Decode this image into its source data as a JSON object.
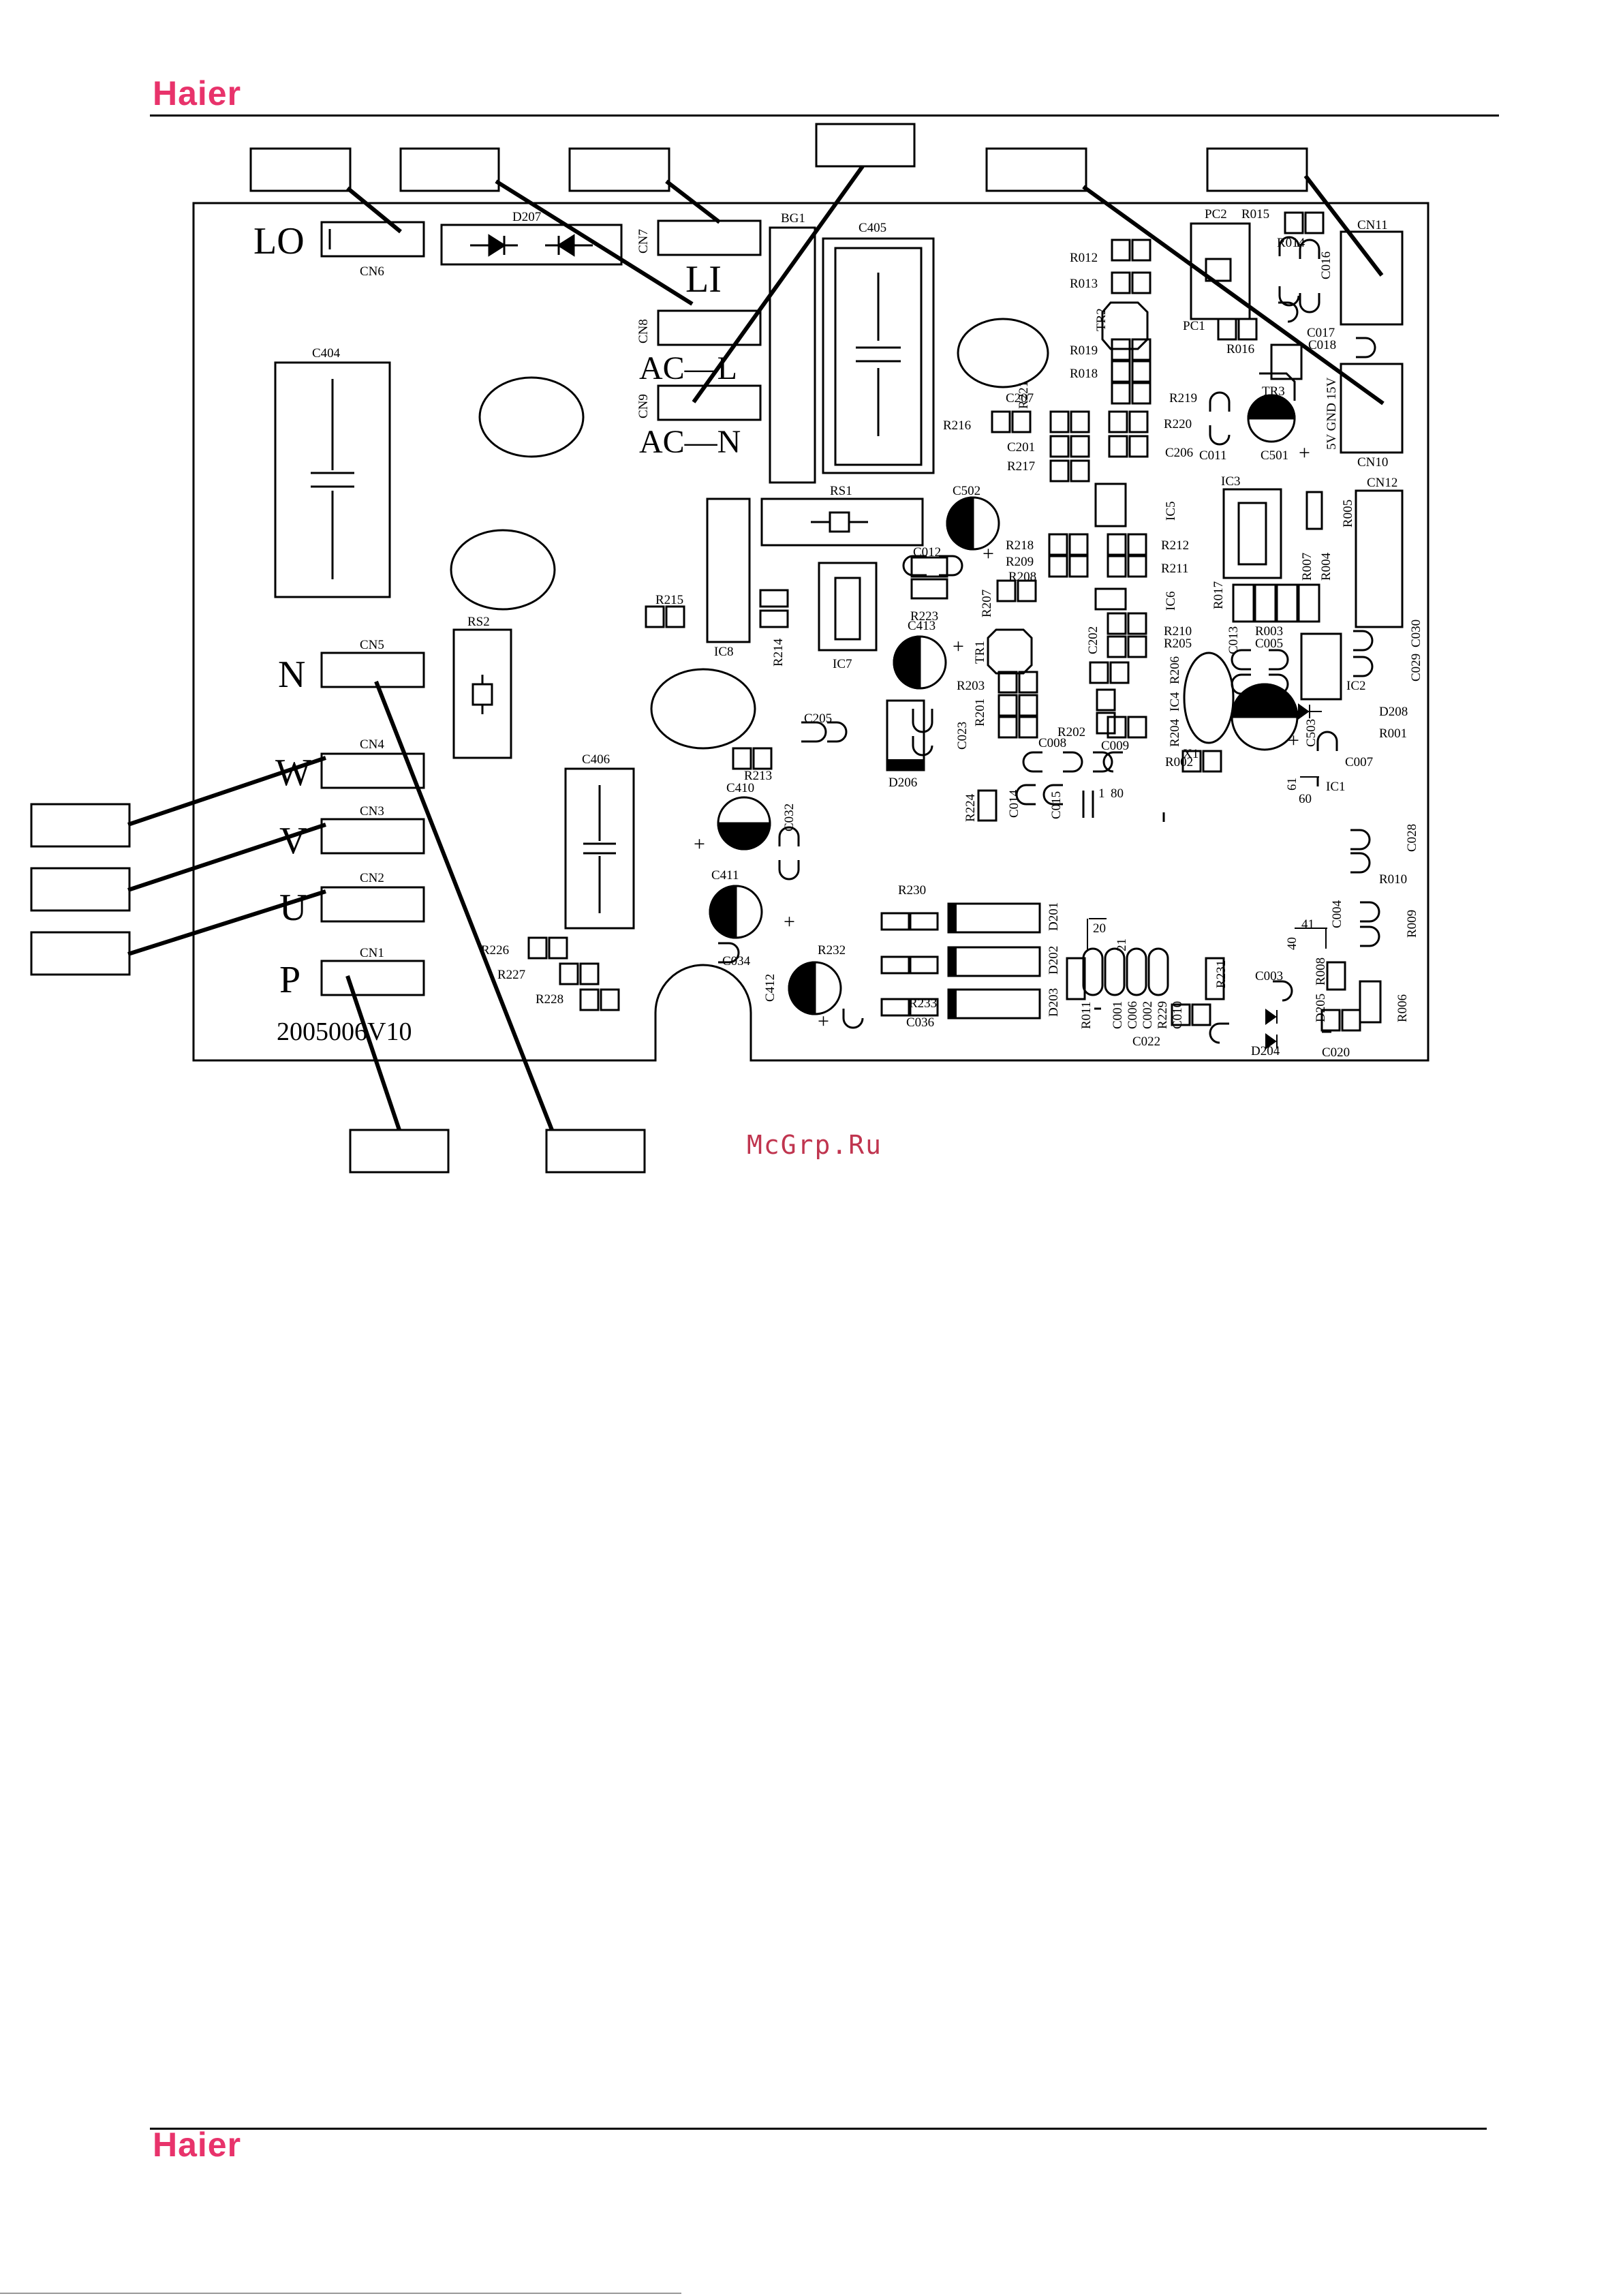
{
  "header": {
    "brand": "Haier"
  },
  "footer": {
    "brand": "Haier"
  },
  "watermark": "McGrp.Ru",
  "board": {
    "version": "2005006V10",
    "terminals": {
      "LO": "LO",
      "LI": "LI",
      "ACL": "AC—L",
      "ACN": "AC—N",
      "N": "N",
      "W": "W",
      "V": "V",
      "U": "U",
      "P": "P"
    },
    "connectors": {
      "cn1": "CN1",
      "cn2": "CN2",
      "cn3": "CN3",
      "cn4": "CN4",
      "cn5": "CN5",
      "cn6": "CN6",
      "cn7": "CN7",
      "cn8": "CN8",
      "cn9": "CN9",
      "cn10": "CN10",
      "cn11": "CN11",
      "cn12": "CN12"
    },
    "cn10_pins": "5V GND 15V",
    "parts": {
      "d207": "D207",
      "bg1": "BG1",
      "c405": "C405",
      "c404": "C404",
      "rs1": "RS1",
      "rs2": "RS2",
      "c406": "C406",
      "c410": "C410",
      "c411": "C411",
      "c412": "C412",
      "c413": "C413",
      "c502": "C502",
      "c501": "C501",
      "ic3": "IC3",
      "ic5": "IC5",
      "ic6": "IC6",
      "ic7": "IC7",
      "ic8": "IC8",
      "ic2": "IC2",
      "ic1": "IC1",
      "ic4": "IC4",
      "pc1": "PC1",
      "pc2": "PC2",
      "tr1": "TR1",
      "tr2": "TR2",
      "tr3": "TR3",
      "d206": "D206",
      "d201": "D201",
      "d202": "D202",
      "d203": "D203",
      "d204": "D204",
      "d205": "D205",
      "d208": "D208",
      "x1": "X1",
      "r215": "R215",
      "r214": "R214",
      "r213": "R213",
      "c205": "C205",
      "c032": "C032",
      "r230": "R230",
      "r232": "R232",
      "r233": "R233",
      "c034": "C034",
      "c036": "C036",
      "r226": "R226",
      "r227": "R227",
      "r228": "R228",
      "r216": "R216",
      "c207": "C207",
      "r221": "R221",
      "c201": "C201",
      "r217": "R217",
      "r220": "R220",
      "c206": "C206",
      "c011": "C011",
      "r219": "R219",
      "r018": "R018",
      "r019": "R019",
      "r012": "R012",
      "r013": "R013",
      "r014": "R014",
      "r015": "R015",
      "c016": "C016",
      "c017": "C017",
      "c018": "C018",
      "r016": "R016",
      "c012": "C012",
      "r223": "R223",
      "r207": "R207",
      "r218": "R218",
      "r209": "R209",
      "r208": "R208",
      "r212": "R212",
      "r211": "R211",
      "c202": "C202",
      "r210": "R210",
      "r205": "R205",
      "r206": "R206",
      "r204": "R204",
      "r203": "R203",
      "r201": "R201",
      "c023": "C023",
      "r202": "R202",
      "c008": "C008",
      "c009": "C009",
      "r224": "R224",
      "c014": "C014",
      "c015": "C015",
      "r017": "R017",
      "r003": "R003",
      "c013": "C013",
      "c005": "C005",
      "r007": "R007",
      "r004": "R004",
      "r005": "R005",
      "c029": "C029",
      "c030": "C030",
      "r001": "R001",
      "c007": "C007",
      "r002": "R002",
      "c003": "C003",
      "r008": "R008",
      "c028": "C028",
      "r010": "R010",
      "c004": "C004",
      "r009": "R009",
      "r006": "R006",
      "c020": "C020",
      "c022": "C022",
      "r011": "R011",
      "c001": "C001",
      "c006": "C006",
      "c002": "C002",
      "r229": "R229",
      "r231": "R231",
      "c503": "C503",
      "c010": "C010"
    },
    "pin_numbers": {
      "p1": "1",
      "p80": "80",
      "p20": "20",
      "p21": "21",
      "p40": "40",
      "p41": "41",
      "p60": "60",
      "p61": "61"
    }
  }
}
